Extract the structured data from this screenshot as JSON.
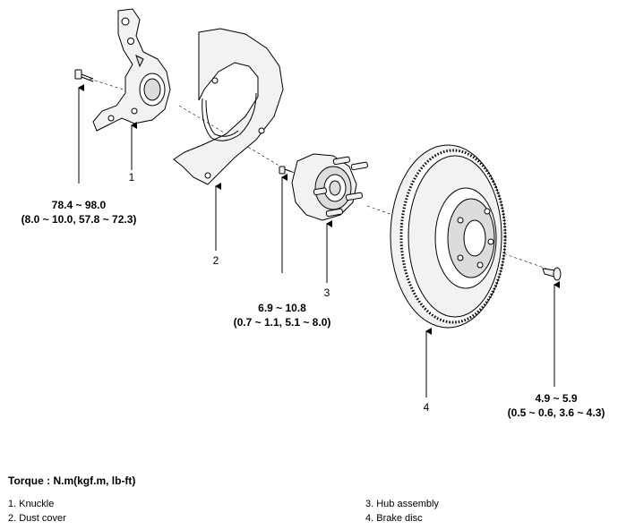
{
  "callouts": [
    {
      "number": "1",
      "torque_nm": "78.4 ~ 98.0",
      "torque_alt": "(8.0 ~ 10.0, 57.8 ~ 72.3)"
    },
    {
      "number": "2"
    },
    {
      "number": "3",
      "torque_nm": "6.9 ~ 10.8",
      "torque_alt": "(0.7 ~ 1.1, 5.1 ~ 8.0)"
    },
    {
      "number": "4",
      "torque_nm": "4.9 ~ 5.9",
      "torque_alt": "(0.5 ~ 0.6, 3.6 ~ 4.3)"
    }
  ],
  "legend": {
    "heading": "Torque : N.m(kgf.m, lb-ft)",
    "items": [
      "1. Knuckle",
      "2. Dust cover",
      "3. Hub assembly",
      "4. Brake disc"
    ]
  },
  "colors": {
    "line": "#000000",
    "fill_light": "#f2f2f2",
    "fill_mid": "#dcdcdc"
  }
}
